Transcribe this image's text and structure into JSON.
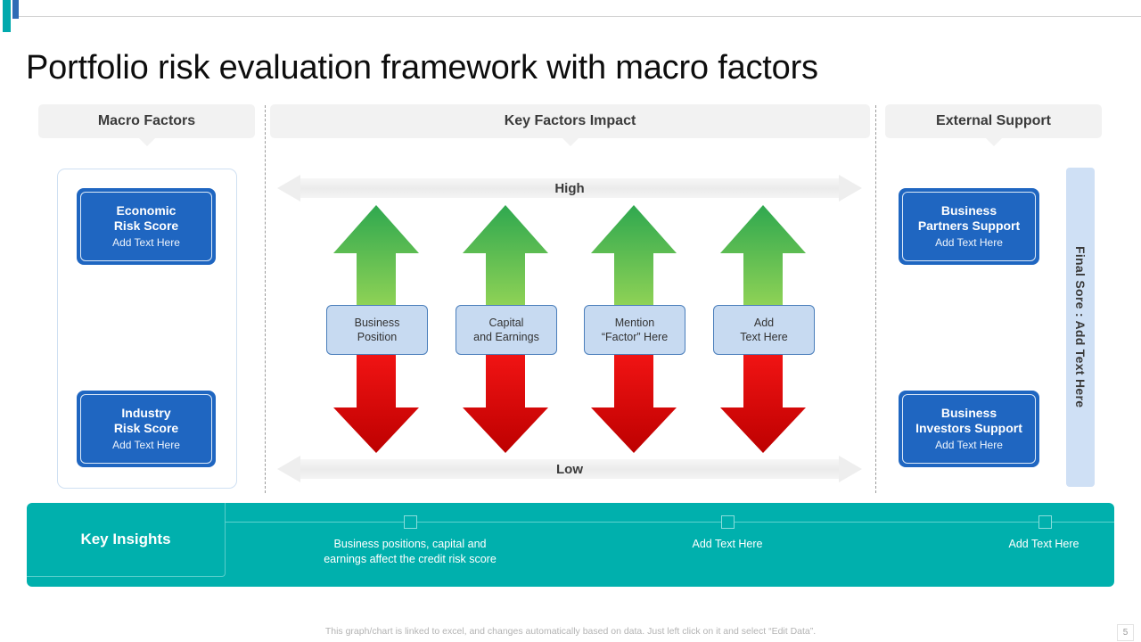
{
  "title": "Portfolio risk evaluation framework with macro factors",
  "columns": {
    "macro": {
      "header": "Macro Factors"
    },
    "key": {
      "header": "Key Factors Impact"
    },
    "external": {
      "header": "External Support"
    }
  },
  "macro_boxes": [
    {
      "title_line1": "Economic",
      "title_line2": "Risk Score",
      "subtitle": "Add Text Here"
    },
    {
      "title_line1": "Industry",
      "title_line2": "Risk Score",
      "subtitle": "Add Text Here"
    }
  ],
  "external_boxes": [
    {
      "title_line1": "Business",
      "title_line2": "Partners Support",
      "subtitle": "Add Text Here"
    },
    {
      "title_line1": "Business",
      "title_line2": "Investors Support",
      "subtitle": "Add Text Here"
    }
  ],
  "final_score": {
    "label": "Final Sore : Add Text Here"
  },
  "scale": {
    "high": "High",
    "low": "Low"
  },
  "factors": [
    {
      "line1": "Business",
      "line2": "Position"
    },
    {
      "line1": "Capital",
      "line2": "and Earnings"
    },
    {
      "line1": "Mention",
      "line2": "“Factor” Here"
    },
    {
      "line1": "Add",
      "line2": "Text Here"
    }
  ],
  "insights": {
    "label": "Key Insights",
    "items": [
      {
        "line1": "Business positions, capital and",
        "line2": "earnings affect the credit risk score"
      },
      {
        "line1": "Add Text Here",
        "line2": ""
      },
      {
        "line1": "Add Text Here",
        "line2": ""
      }
    ]
  },
  "footer": {
    "note": "This graph/chart is linked to excel, and changes automatically based on data. Just left click on it and select “Edit Data”.",
    "page_number": "5"
  },
  "colors": {
    "accent_teal": "#00a9ad",
    "accent_blue": "#2f6cb5",
    "box_blue": "#1f66c1",
    "factor_box": "#c7daf1",
    "insights_band": "#00b0ad",
    "arrow_green_top": "#2fa84f",
    "arrow_green_bottom": "#8fd14f",
    "arrow_red_top": "#f01e1e",
    "arrow_red_bottom": "#bf0000"
  },
  "icons": {
    "arrow_up": "arrow-up-green-icon",
    "arrow_down": "arrow-down-red-icon",
    "scale_double_arrow": "double-arrow-horizontal-icon",
    "timeline_marker": "square-marker-icon"
  }
}
